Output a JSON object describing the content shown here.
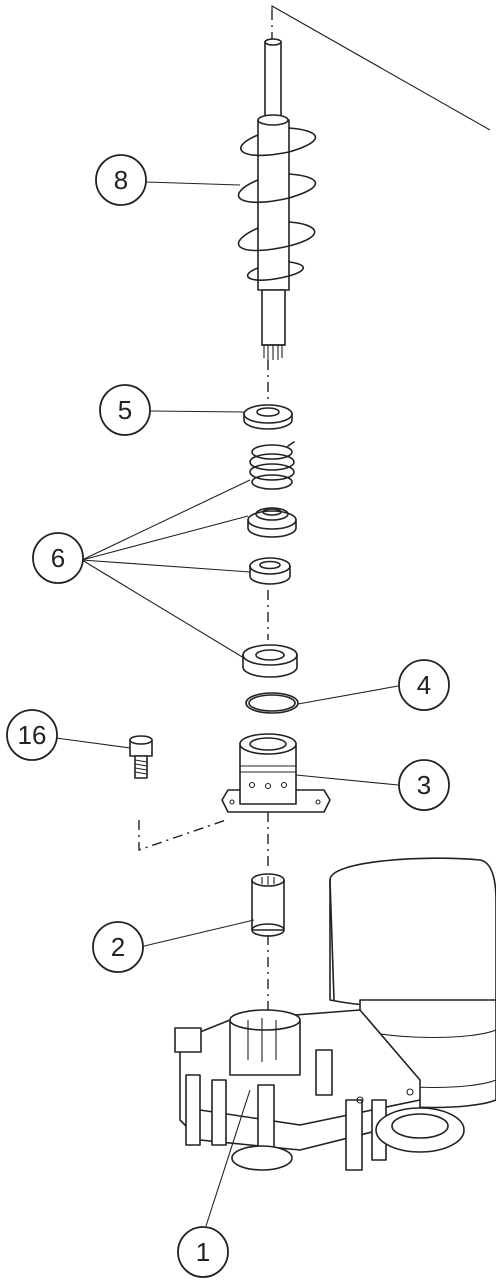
{
  "callouts": {
    "c8": "8",
    "c5": "5",
    "c6": "6",
    "c4": "4",
    "c16": "16",
    "c3": "3",
    "c2": "2",
    "c1": "1"
  }
}
